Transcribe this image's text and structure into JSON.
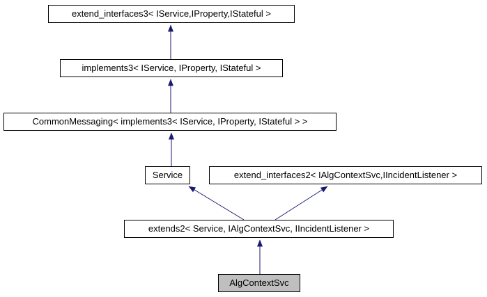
{
  "diagram": {
    "kind": "class-inheritance-graph",
    "background_color": "#ffffff",
    "node_border_color": "#000000",
    "node_fill_color": "#ffffff",
    "selected_node_fill_color": "#bfbfbf",
    "edge_color": "#191970",
    "nodes": [
      {
        "id": "extend_interfaces3",
        "label": "extend_interfaces3< IService,IProperty,IStateful >",
        "selected": false
      },
      {
        "id": "implements3",
        "label": "implements3< IService, IProperty, IStateful >",
        "selected": false
      },
      {
        "id": "CommonMessaging",
        "label": "CommonMessaging< implements3< IService, IProperty, IStateful > >",
        "selected": false
      },
      {
        "id": "Service",
        "label": "Service",
        "selected": false
      },
      {
        "id": "extend_interfaces2",
        "label": "extend_interfaces2< IAlgContextSvc,IIncidentListener >",
        "selected": false
      },
      {
        "id": "extends2",
        "label": "extends2< Service, IAlgContextSvc, IIncidentListener >",
        "selected": false
      },
      {
        "id": "AlgContextSvc",
        "label": "AlgContextSvc",
        "selected": true
      }
    ],
    "edges": [
      {
        "from": "implements3",
        "to": "extend_interfaces3",
        "type": "inheritance"
      },
      {
        "from": "CommonMessaging",
        "to": "implements3",
        "type": "inheritance"
      },
      {
        "from": "Service",
        "to": "CommonMessaging",
        "type": "inheritance"
      },
      {
        "from": "extends2",
        "to": "Service",
        "type": "inheritance"
      },
      {
        "from": "extends2",
        "to": "extend_interfaces2",
        "type": "inheritance"
      },
      {
        "from": "AlgContextSvc",
        "to": "extends2",
        "type": "inheritance"
      }
    ]
  }
}
